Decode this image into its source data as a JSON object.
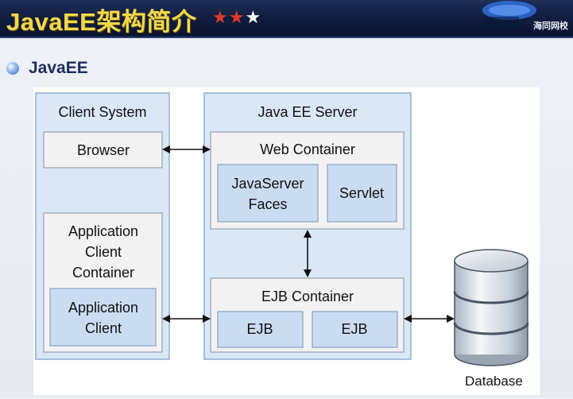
{
  "header": {
    "title": "JavaEE架构简介",
    "stars": "★★★",
    "star_colors": [
      "#e23a2a",
      "#e23a2a",
      "#ffffff"
    ],
    "logo_caption": "海同网校"
  },
  "bullet": {
    "text": "JavaEE"
  },
  "diagram": {
    "client_system": {
      "title": "Client System",
      "browser": "Browser",
      "app_container": {
        "line1": "Application",
        "line2": "Client",
        "line3": "Container"
      },
      "app_client": {
        "line1": "Application",
        "line2": "Client"
      }
    },
    "server": {
      "title": "Java EE Server",
      "web_container": {
        "title": "Web Container",
        "jsf": {
          "line1": "JavaServer",
          "line2": "Faces"
        },
        "servlet": "Servlet"
      },
      "ejb_container": {
        "title": "EJB Container",
        "ejb1": "EJB",
        "ejb2": "EJB"
      }
    },
    "database": "Database",
    "colors": {
      "outer_fill": "#d9e7f7",
      "outer_stroke": "#8faecf",
      "inner_fill": "#f2f2f2",
      "inner_stroke": "#9aa3ad",
      "component_fill": "#c9dcf2",
      "component_stroke": "#8aa2bf",
      "arrow": "#111111"
    }
  }
}
